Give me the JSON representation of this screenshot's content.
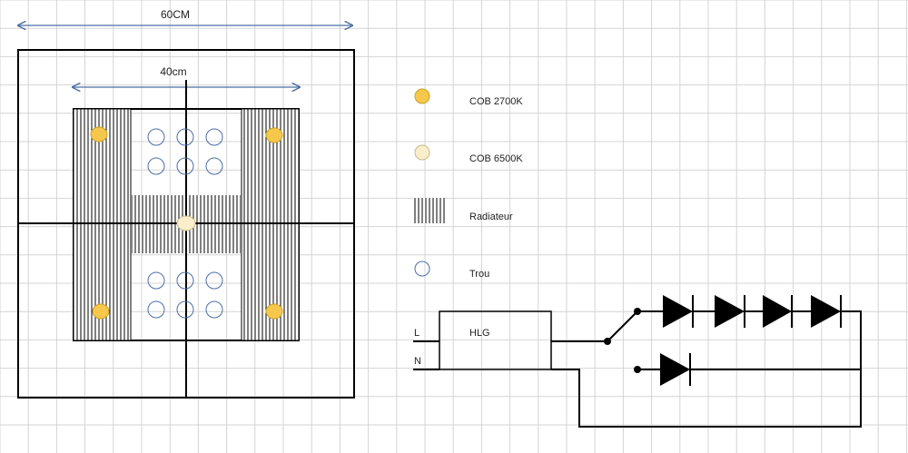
{
  "dimensions": {
    "outer_width": "60CM",
    "inner_width": "40cm"
  },
  "legend": {
    "cob_warm": "COB 2700K",
    "cob_cold": "COB 6500K",
    "radiator": "Radiateur",
    "hole": "Trou"
  },
  "circuit": {
    "line_label": "L",
    "neutral_label": "N",
    "driver_label": "HLG"
  },
  "colors": {
    "grid": "#d4d4d4",
    "dimension_arrow": "#4a6fa5",
    "cob_warm_fill": "#f5c84c",
    "cob_warm_stroke": "#c9a227",
    "cob_cold_fill": "#fbeecb",
    "cob_cold_stroke": "#c9b98a",
    "hole_stroke": "#4a6fa5",
    "line": "#000000"
  }
}
